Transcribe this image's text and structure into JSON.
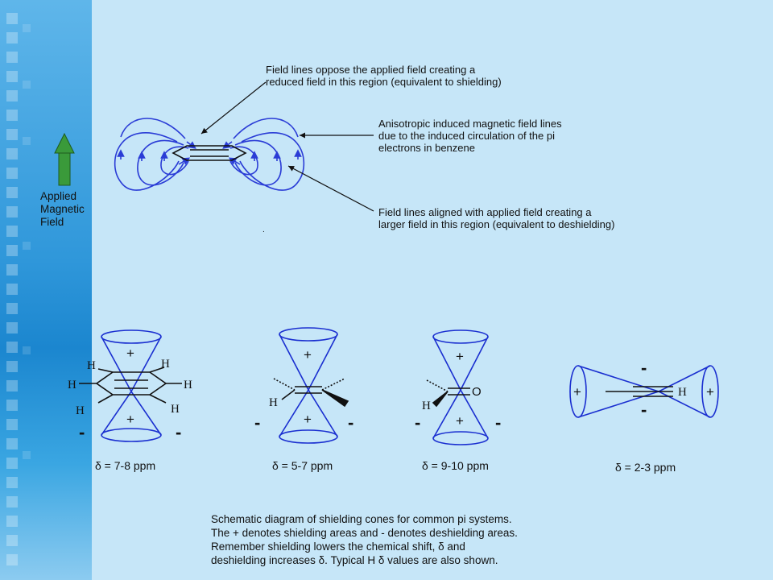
{
  "applied_field": {
    "line1": "Applied",
    "line2": "Magnetic",
    "line3": "Field",
    "arrow_color": "#3a9a3a"
  },
  "callouts": {
    "oppose": [
      "Field lines oppose the applied field creating a",
      "reduced field in this region (equivalent to shielding)"
    ],
    "anisotropic": [
      "Anisotropic induced magnetic field lines",
      "due to the induced circulation of the pi",
      "electrons in benzene"
    ],
    "aligned": [
      "Field lines aligned with applied field creating a",
      "larger field in this region (equivalent to deshielding)"
    ]
  },
  "cones": {
    "benzene": {
      "shift": "δ = 7-8 ppm",
      "top": "+",
      "bottom": "+",
      "left": "-",
      "right": "-",
      "h_labels": [
        "H",
        "H",
        "H",
        "H",
        "H",
        "H"
      ]
    },
    "alkene": {
      "shift": "δ = 5-7 ppm",
      "top": "+",
      "bottom": "+",
      "left": "-",
      "right": "-",
      "h_label": "H"
    },
    "carbonyl": {
      "shift": "δ = 9-10 ppm",
      "top": "+",
      "bottom": "+",
      "left": "-",
      "right": "-",
      "h_label": "H",
      "o_label": "O"
    },
    "alkyne": {
      "shift": "δ = 2-3 ppm",
      "left": "+",
      "right": "+",
      "top": "-",
      "bottom": "-",
      "h_label": "H"
    }
  },
  "caption": [
    "Schematic diagram of shielding cones for common pi systems.",
    "The + denotes shielding areas and - denotes deshielding areas.",
    "Remember shielding lowers the chemical shift, δ and",
    "deshielding increases δ. Typical H δ values are also shown."
  ],
  "colors": {
    "field_lines": "#2a3cd6",
    "cone": "#1a2fd0",
    "background": "#c6e6f8"
  }
}
